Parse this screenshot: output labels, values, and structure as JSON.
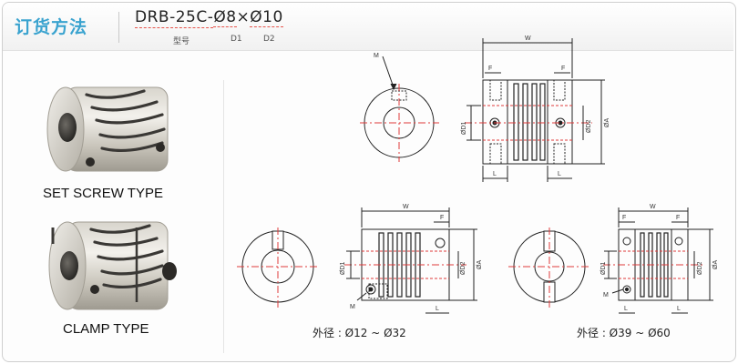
{
  "header": {
    "title": "订货方法",
    "model_base": "DRB-25C-",
    "model_d1": "Ø8",
    "model_sep": "×",
    "model_d2": "Ø10",
    "label_model": "型号",
    "label_d1": "D1",
    "label_d2": "D2"
  },
  "products": [
    {
      "caption": "SET SCREW TYPE"
    },
    {
      "caption": "CLAMP TYPE"
    }
  ],
  "drawings": {
    "top": {
      "w": "W",
      "f1": "F",
      "f2": "F",
      "m": "M",
      "d1": "ØD1",
      "d2": "ØD2",
      "a": "ØA",
      "l1": "L",
      "l2": "L"
    },
    "small": {
      "w": "W",
      "f": "F",
      "m": "M",
      "d1": "ØD1",
      "d2": "ØD2",
      "a": "ØA",
      "l": "L",
      "range": "外径 : Ø12 ~ Ø32"
    },
    "large": {
      "w": "W",
      "f1": "F",
      "f2": "F",
      "m": "M",
      "d1": "ØD1",
      "d2": "ØD2",
      "a": "ØA",
      "l1": "L",
      "l2": "L",
      "range": "外径 : Ø39 ~ Ø60"
    }
  }
}
